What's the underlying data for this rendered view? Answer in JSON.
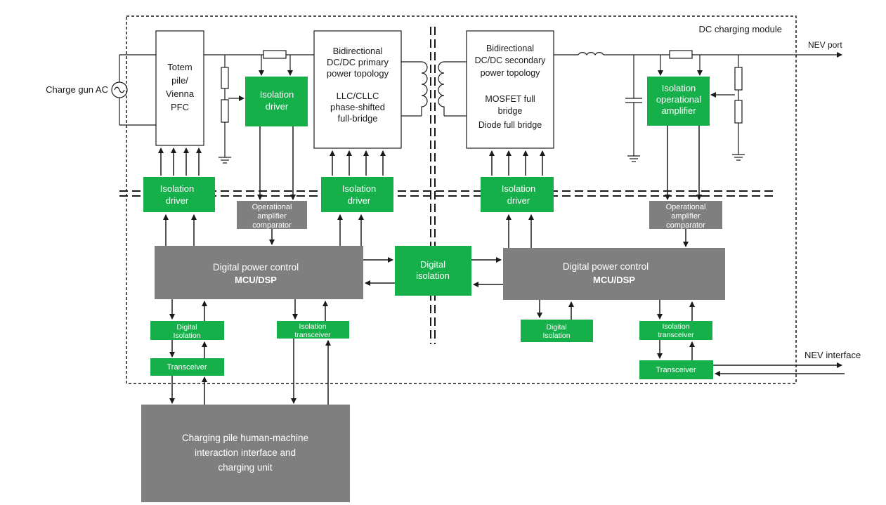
{
  "colors": {
    "green": "#16b04a",
    "gray": "#7f7f7f",
    "line": "#1a1a1a"
  },
  "module_label": "DC charging module",
  "charge_gun": "Charge gun AC",
  "nev_port": "NEV port",
  "nev_interface": "NEV interface",
  "pfc": [
    "Totem",
    "pile/",
    "Vienna",
    "PFC"
  ],
  "primary": [
    "Bidirectional",
    "DC/DC primary",
    "power topology",
    "",
    "LLC/CLLC",
    "phase-shifted",
    "full-bridge"
  ],
  "secondary": [
    "Bidirectional",
    "DC/DC secondary",
    "power topology",
    "",
    "MOSFET full",
    "bridge",
    "Diode full bridge"
  ],
  "iso_driver_top": [
    "Isolation",
    "driver"
  ],
  "iso_opamp": [
    "Isolation",
    "operational",
    "amplifier"
  ],
  "iso_driver": [
    "Isolation",
    "driver"
  ],
  "opamp_comp": [
    "Operational",
    "amplifier",
    "comparator"
  ],
  "dpc_left": [
    "Digital power control",
    "MCU/DSP"
  ],
  "dpc_right": [
    "Digital power control",
    "MCU/DSP"
  ],
  "digital_isolation_center": [
    "Digital",
    "isolation"
  ],
  "digital_isolation_small": [
    "Digital",
    "Isolation"
  ],
  "isolation_transceiver": [
    "Isolation",
    "transceiver"
  ],
  "transceiver": "Transceiver",
  "hmi": [
    "Charging pile human-machine",
    "interaction interface and",
    "charging unit"
  ]
}
